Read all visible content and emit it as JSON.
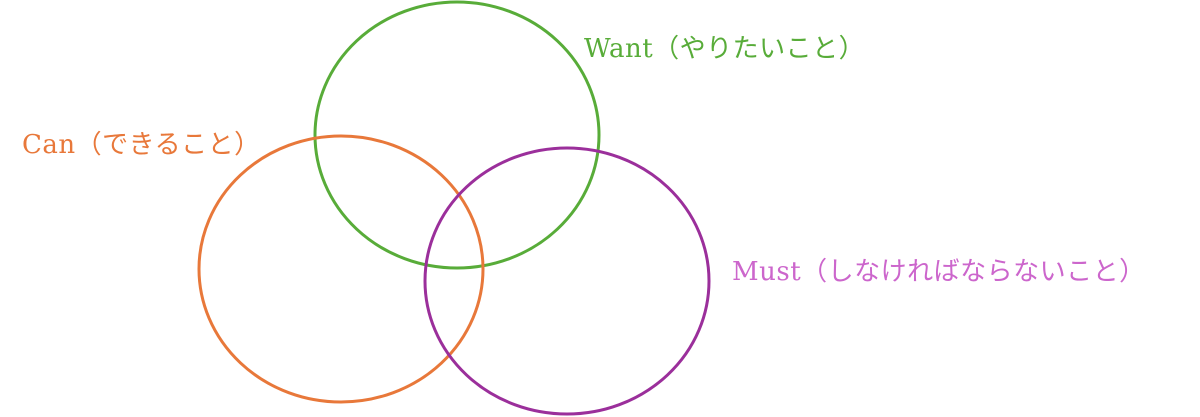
{
  "sets": {
    "want": {
      "label": "Want（やりたいこと）",
      "color": "#58ac39"
    },
    "can": {
      "label": "Can（できること）",
      "color": "#e8783a"
    },
    "must": {
      "label": "Must（しなければならないこと）",
      "color": "#9b2f9b",
      "label_color": "#cc66cc"
    }
  }
}
